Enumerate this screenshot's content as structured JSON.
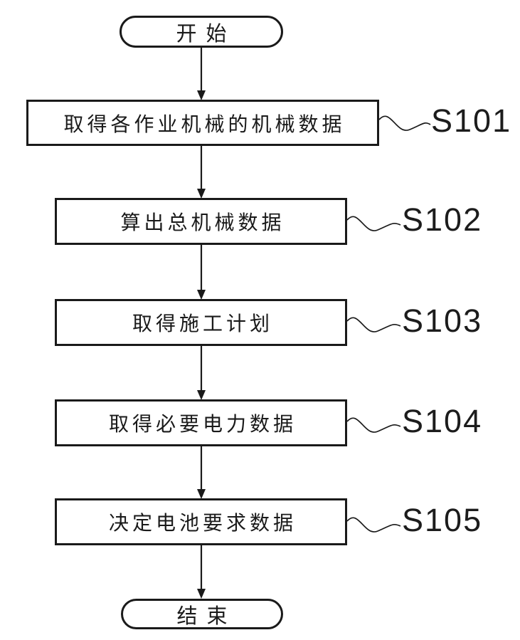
{
  "diagram": {
    "start": {
      "label": "开始"
    },
    "end": {
      "label": "结束"
    },
    "steps": [
      {
        "id": "S101",
        "label": "取得各作业机械的机械数据"
      },
      {
        "id": "S102",
        "label": "算出总机械数据"
      },
      {
        "id": "S103",
        "label": "取得施工计划"
      },
      {
        "id": "S104",
        "label": "取得必要电力数据"
      },
      {
        "id": "S105",
        "label": "决定电池要求数据"
      }
    ],
    "colors": {
      "line": "#1a1a1a",
      "background": "#ffffff"
    }
  }
}
